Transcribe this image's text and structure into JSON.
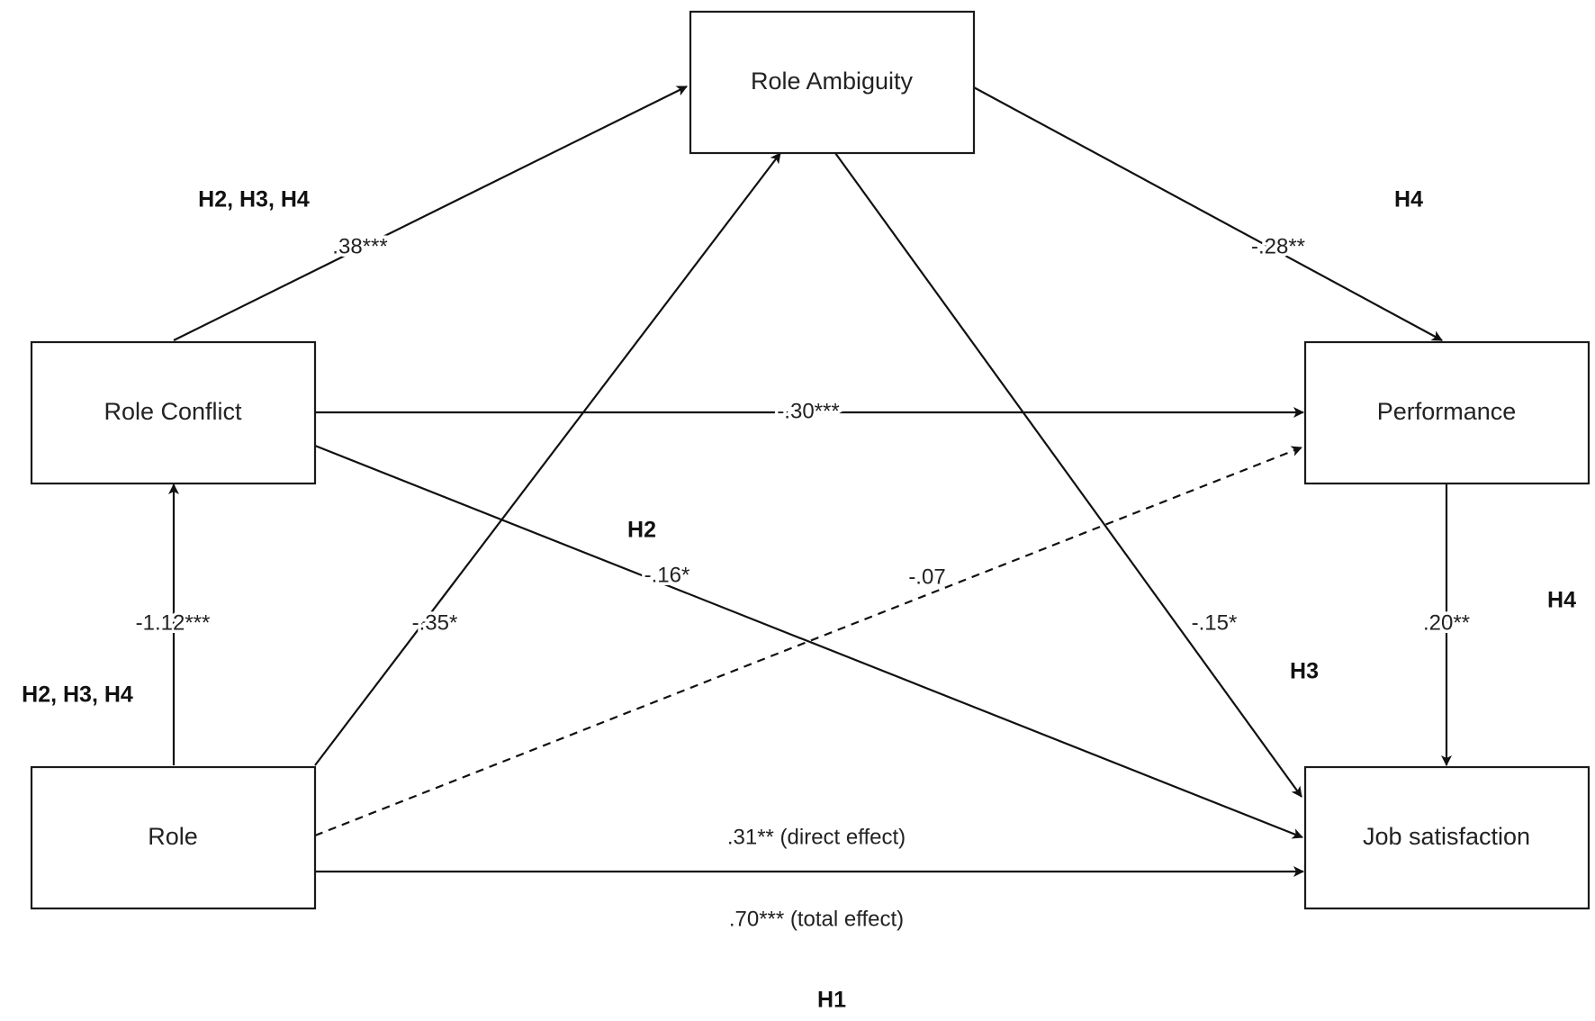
{
  "nodes": {
    "role_ambiguity": "Role Ambiguity",
    "role_conflict": "Role Conflict",
    "performance": "Performance",
    "role": "Role",
    "job_satisfaction": "Job satisfaction"
  },
  "paths": {
    "conflict_to_ambiguity": ".38***",
    "ambiguity_to_performance": "-.28**",
    "conflict_to_performance": "-.30***",
    "conflict_to_satisfaction": "-.16*",
    "role_to_performance": "-.07",
    "role_to_ambiguity": "-.35*",
    "ambiguity_to_satisfaction": "-.15*",
    "role_to_conflict": "-1.12***",
    "performance_to_satisfaction": ".20**",
    "role_to_satisfaction_direct": ".31** (direct effect)",
    "role_to_satisfaction_total": ".70*** (total effect)"
  },
  "hypotheses": {
    "upper_left": "H2, H3, H4",
    "lower_left": "H2, H3, H4",
    "upper_right": "H4",
    "mid_right": "H4",
    "center": "H2",
    "lower_center_right": "H3",
    "bottom": "H1"
  }
}
